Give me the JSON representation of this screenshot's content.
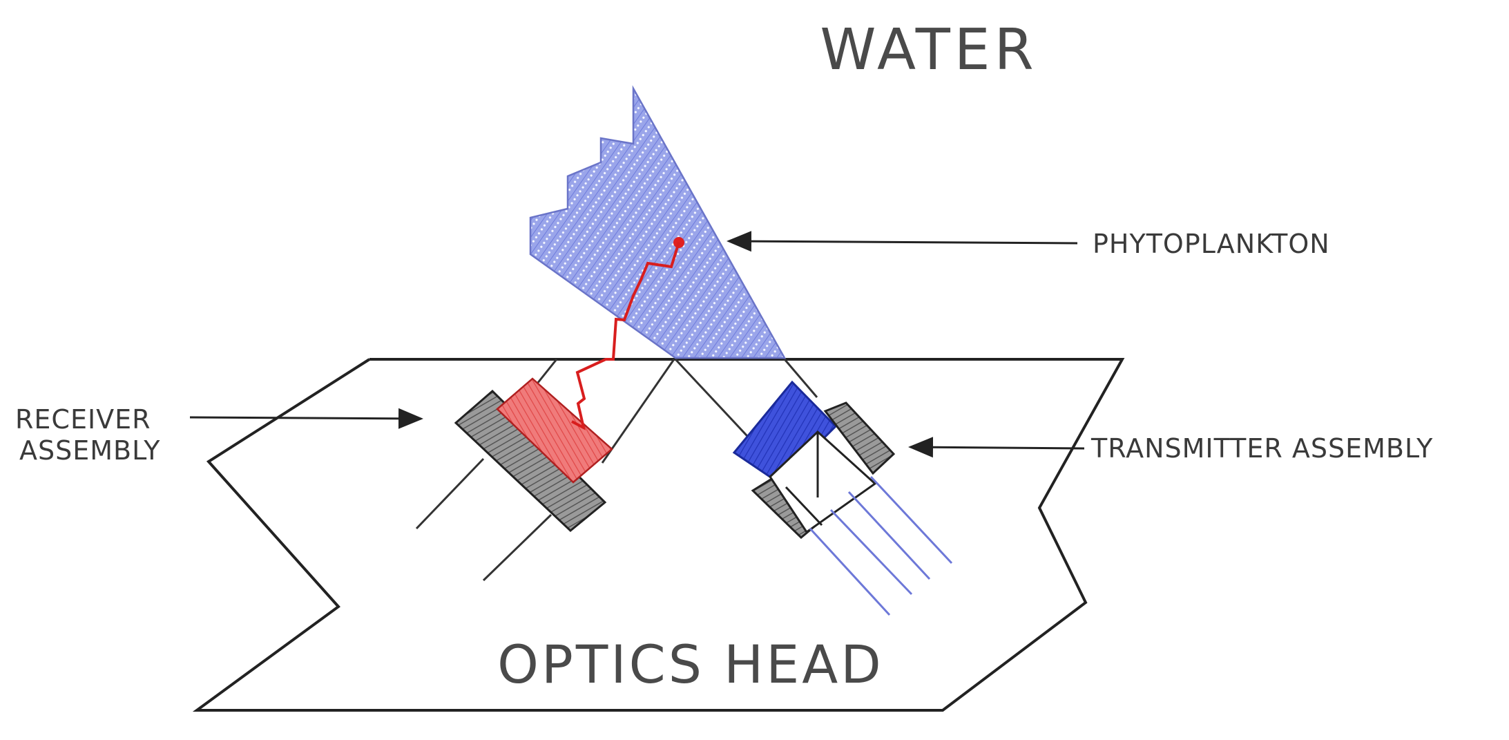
{
  "labels": {
    "water": "WATER",
    "phytoplankton": "PHYTOPLANKTON",
    "receiver_line1": "RECEIVER",
    "receiver_line2": "ASSEMBLY",
    "transmitter": "TRANSMITTER ASSEMBLY",
    "optics_head": "OPTICS HEAD"
  },
  "colors": {
    "outline": "#111111",
    "phytoplankton_fill": "#8f9ce8",
    "receiver_fill": "#ee6a6a",
    "transmitter_fill": "#3b4fd8",
    "housing_fill": "#777777",
    "signal_path": "#d81e1e",
    "transmitter_leads": "#6d78d8"
  },
  "icons": {
    "receiver": "receiver-assembly-icon",
    "transmitter": "transmitter-assembly-icon",
    "phytoplankton": "phytoplankton-region-icon"
  }
}
